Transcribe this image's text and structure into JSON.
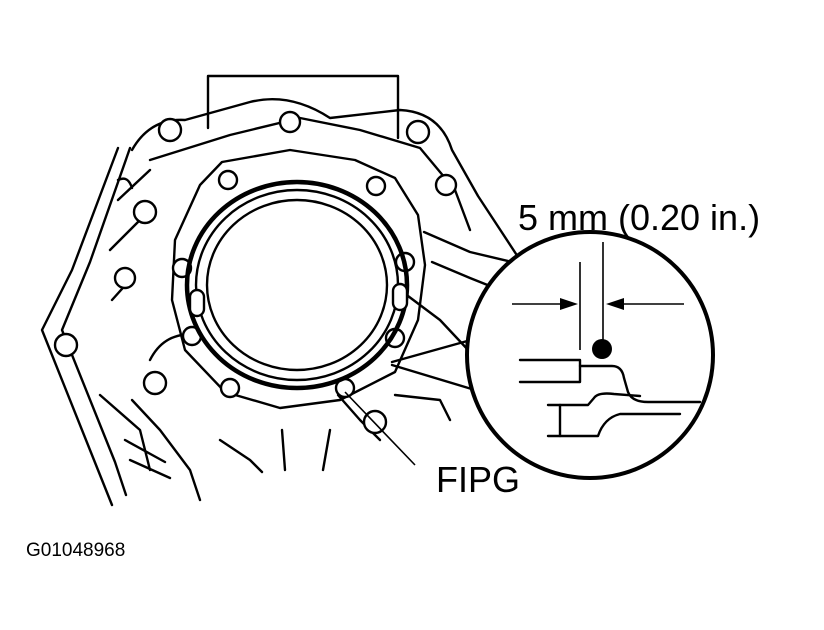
{
  "labels": {
    "dimension": "5 mm (0.20 in.)",
    "sealant": "FIPG",
    "figure_code": "G01048968"
  },
  "colors": {
    "ink": "#000000",
    "background": "#ffffff"
  }
}
